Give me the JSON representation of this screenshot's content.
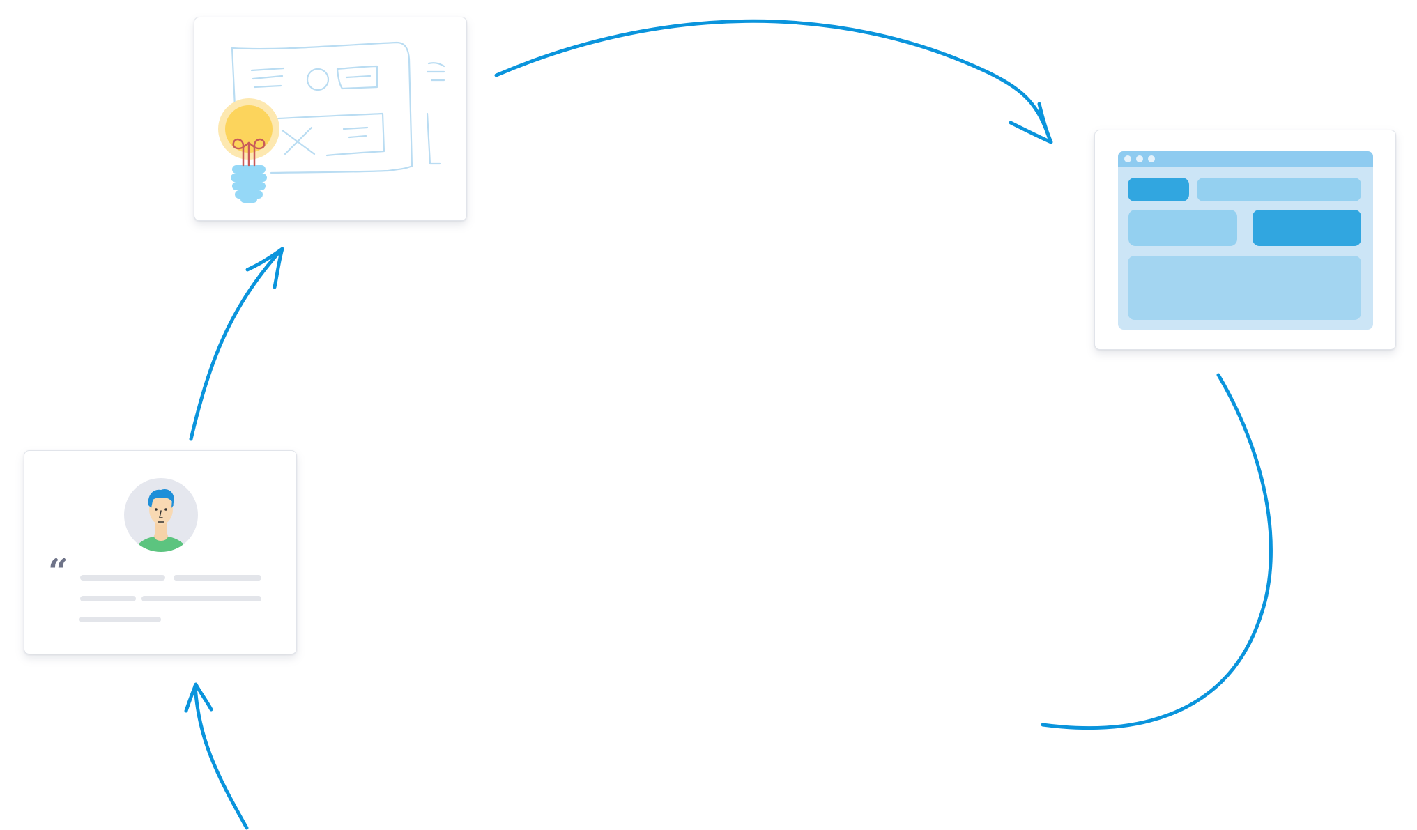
{
  "diagram": {
    "accent_color": "#0a94dc",
    "stages": [
      {
        "icon": "lightbulb-wireframe-icon"
      },
      {
        "icon": "browser-window-icon"
      },
      {
        "icon": "user-feedback-icon"
      }
    ],
    "arrows": [
      {
        "from": "feedback",
        "to": "ideation"
      },
      {
        "from": "ideation",
        "to": "prototype"
      },
      {
        "from": "prototype",
        "to": "loop-bottom"
      },
      {
        "from": "loop-bottom",
        "to": "feedback"
      }
    ],
    "feedback": {
      "quote_glyph": "“",
      "quote_color": "#6e7388"
    },
    "browser": {
      "chrome_color": "#8ecbf0",
      "block_light": "#94d0f0",
      "block_dark": "#31a6e0",
      "body_color": "#cce5f6"
    }
  }
}
